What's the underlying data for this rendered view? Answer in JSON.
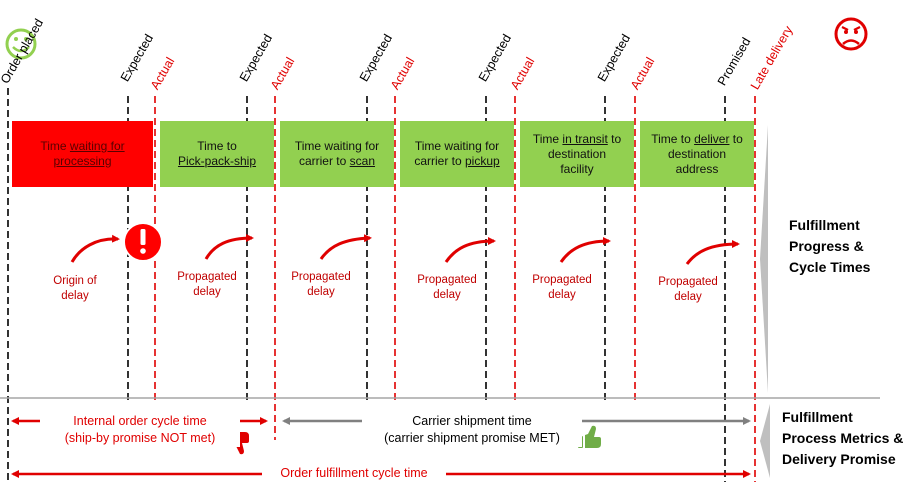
{
  "milestones": {
    "order_placed": "Order placed",
    "expected": "Expected",
    "actual": "Actual",
    "promised": "Promised",
    "late_delivery": "Late delivery"
  },
  "stages": [
    {
      "pre": "Time ",
      "u": "waiting for",
      "post": "",
      "line2_pre": "",
      "line2_u": "processing",
      "line2_post": ""
    },
    {
      "pre": "Time to",
      "u": "",
      "post": "",
      "line2_pre": "",
      "line2_u": "Pick-pack-ship",
      "line2_post": ""
    },
    {
      "pre": "Time waiting for",
      "u": "",
      "post": "",
      "line2_pre": "carrier to ",
      "line2_u": "scan",
      "line2_post": ""
    },
    {
      "pre": "Time waiting for",
      "u": "",
      "post": "",
      "line2_pre": "carrier to ",
      "line2_u": "pickup",
      "line2_post": ""
    },
    {
      "pre": "Time ",
      "u": "in transit",
      "post": " to",
      "line2_pre": "destination",
      "line2_u": "",
      "line2_post": "",
      "line3": "facility"
    },
    {
      "pre": "Time to ",
      "u": "deliver",
      "post": " to",
      "line2_pre": "destination",
      "line2_u": "",
      "line2_post": "",
      "line3": "address"
    }
  ],
  "delay": {
    "origin_line1": "Origin of",
    "origin_line2": "delay",
    "propagated_line1": "Propagated",
    "propagated_line2": "delay",
    "alert_glyph": "!"
  },
  "side_labels": {
    "progress": [
      "Fulfillment",
      "Progress &",
      "Cycle Times"
    ],
    "metrics": [
      "Fulfillment",
      "Process Metrics &",
      "Delivery Promise"
    ]
  },
  "metrics": {
    "internal_line1": "Internal order cycle time",
    "internal_line2": "(ship-by promise NOT met)",
    "carrier_line1": "Carrier shipment time",
    "carrier_line2": "(carrier shipment promise MET)",
    "order_cycle": "Order fulfillment cycle time"
  },
  "icons": {
    "happy": "smiley-happy-icon",
    "sad": "smiley-sad-icon",
    "thumbs_down": "thumbs-down-icon",
    "thumbs_up": "thumbs-up-icon",
    "alert": "alert-icon"
  },
  "colors": {
    "red": "#ff0000",
    "dark_red": "#c00000",
    "green": "#92d050",
    "happy_green": "#92d050",
    "gray": "#808080",
    "side_gray": "#bfbfbf"
  }
}
